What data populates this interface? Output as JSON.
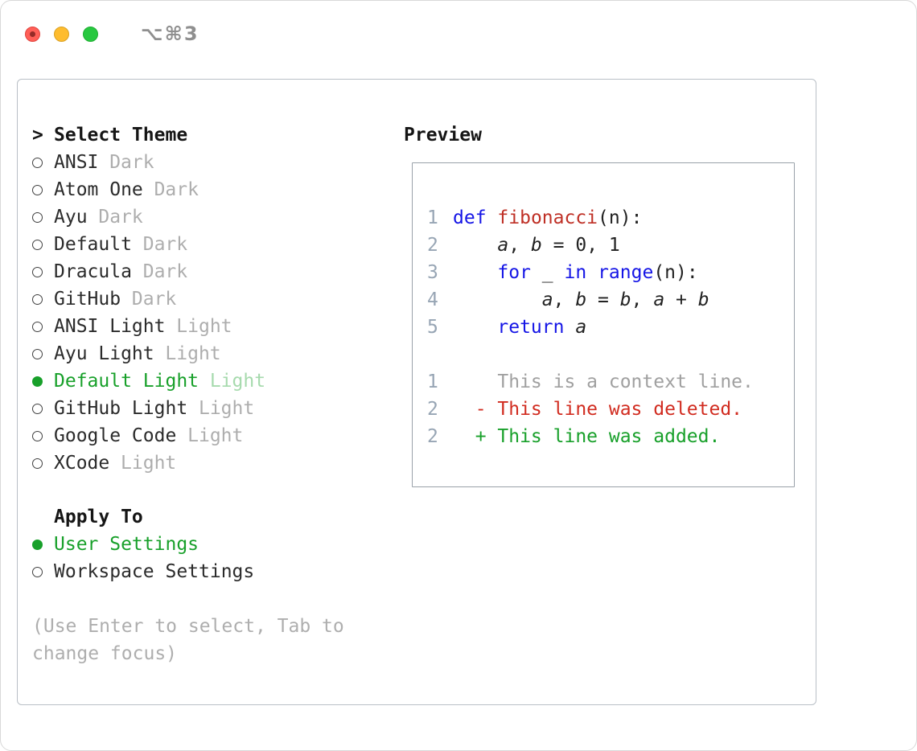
{
  "titlebar": {
    "shortcut": "⌥⌘3"
  },
  "theme_selector": {
    "prompt": ">",
    "title": "Select Theme",
    "items": [
      {
        "name": "ANSI",
        "variant": "Dark",
        "selected": false
      },
      {
        "name": "Atom One",
        "variant": "Dark",
        "selected": false
      },
      {
        "name": "Ayu",
        "variant": "Dark",
        "selected": false
      },
      {
        "name": "Default",
        "variant": "Dark",
        "selected": false
      },
      {
        "name": "Dracula",
        "variant": "Dark",
        "selected": false
      },
      {
        "name": "GitHub",
        "variant": "Dark",
        "selected": false
      },
      {
        "name": "ANSI Light",
        "variant": "Light",
        "selected": false
      },
      {
        "name": "Ayu Light",
        "variant": "Light",
        "selected": false
      },
      {
        "name": "Default Light",
        "variant": "Light",
        "selected": true
      },
      {
        "name": "GitHub Light",
        "variant": "Light",
        "selected": false
      },
      {
        "name": "Google Code",
        "variant": "Light",
        "selected": false
      },
      {
        "name": "XCode",
        "variant": "Light",
        "selected": false
      }
    ]
  },
  "apply_to": {
    "title": "Apply To",
    "options": [
      {
        "label": "User Settings",
        "selected": true
      },
      {
        "label": "Workspace Settings",
        "selected": false
      }
    ]
  },
  "hint": {
    "line1": "(Use Enter to select, Tab to",
    "line2": "change focus)"
  },
  "preview": {
    "title": "Preview",
    "code_lines": [
      {
        "num": "1",
        "tokens": [
          {
            "t": "def",
            "c": "kw"
          },
          {
            "t": " "
          },
          {
            "t": "fibonacci",
            "c": "fn"
          },
          {
            "t": "(n):"
          }
        ]
      },
      {
        "num": "2",
        "tokens": [
          {
            "t": "    "
          },
          {
            "t": "a",
            "c": "var"
          },
          {
            "t": ", "
          },
          {
            "t": "b",
            "c": "var"
          },
          {
            "t": " = "
          },
          {
            "t": "0, 1"
          }
        ]
      },
      {
        "num": "3",
        "tokens": [
          {
            "t": "    "
          },
          {
            "t": "for",
            "c": "kw"
          },
          {
            "t": " "
          },
          {
            "t": "_",
            "c": "var"
          },
          {
            "t": " "
          },
          {
            "t": "in",
            "c": "kw"
          },
          {
            "t": " "
          },
          {
            "t": "range",
            "c": "kw"
          },
          {
            "t": "(n):"
          }
        ]
      },
      {
        "num": "4",
        "tokens": [
          {
            "t": "        "
          },
          {
            "t": "a",
            "c": "var"
          },
          {
            "t": ", "
          },
          {
            "t": "b",
            "c": "var"
          },
          {
            "t": " = "
          },
          {
            "t": "b",
            "c": "var"
          },
          {
            "t": ", "
          },
          {
            "t": "a",
            "c": "var"
          },
          {
            "t": " + "
          },
          {
            "t": "b",
            "c": "var"
          }
        ]
      },
      {
        "num": "5",
        "tokens": [
          {
            "t": "    "
          },
          {
            "t": "return",
            "c": "kw"
          },
          {
            "t": " "
          },
          {
            "t": "a",
            "c": "var"
          }
        ]
      },
      {
        "num": "",
        "tokens": []
      },
      {
        "num": "1",
        "tokens": [
          {
            "t": "    This is a context line.",
            "c": "ctx"
          }
        ]
      },
      {
        "num": "2",
        "tokens": [
          {
            "t": "  - This line was deleted.",
            "c": "del"
          }
        ]
      },
      {
        "num": "2",
        "tokens": [
          {
            "t": "  + This line was added.",
            "c": "add"
          }
        ]
      }
    ]
  },
  "colors": {
    "accent_green": "#18a02a",
    "keyword_blue": "#1515e6",
    "function_red": "#bf3026",
    "deleted_red": "#d12c20",
    "added_green": "#18a02a",
    "muted_gray": "#a0a0a0",
    "line_number": "#97a5b4",
    "close_red": "#ff5f57",
    "minimize_yellow": "#febc2e",
    "zoom_green": "#28c840"
  }
}
